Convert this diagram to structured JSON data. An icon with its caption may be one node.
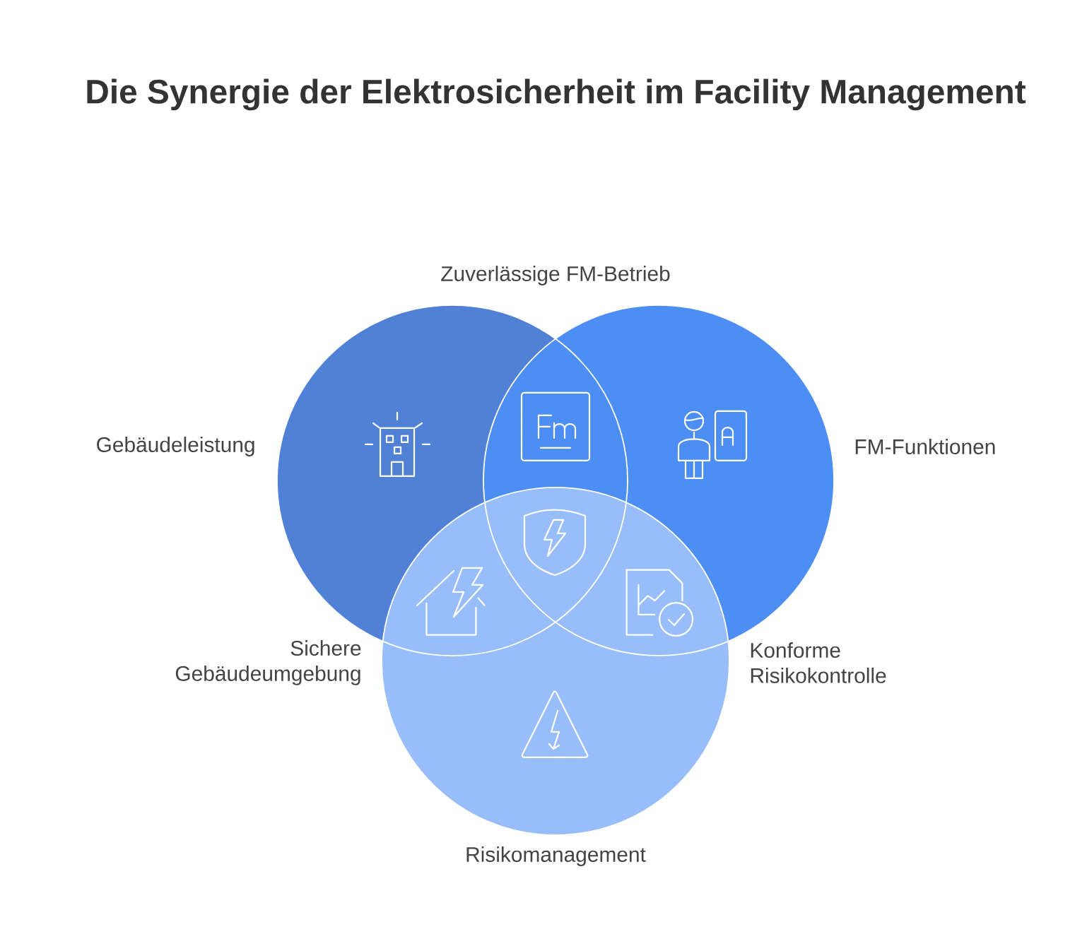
{
  "diagram": {
    "title": "Die Synergie der Elektrosicherheit im Facility Management",
    "nodes": [
      {
        "text": [
          "Gebäudeleistung"
        ]
      },
      {
        "text": [
          "FM-Funktionen"
        ]
      },
      {
        "text": [
          "Risikomanagement"
        ]
      }
    ],
    "labels": [
      "Zuverlässige FM-Betrieb",
      "Sichere Gebäudeumgebung",
      "Konforme Risikokontrolle"
    ]
  }
}
